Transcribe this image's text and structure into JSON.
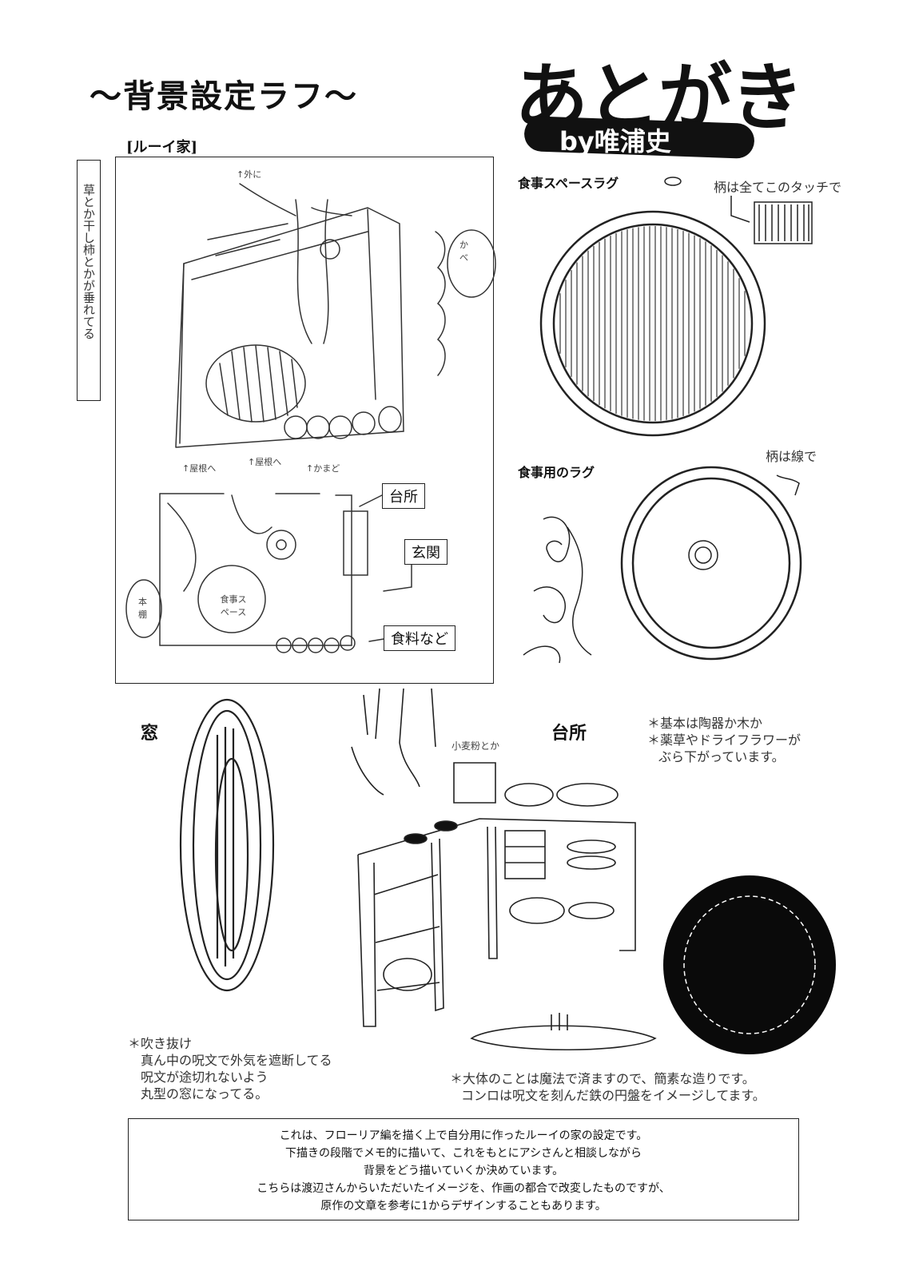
{
  "header": {
    "title": "〜背景設定ラフ〜",
    "afterword": "あとがき",
    "byline": "by唯浦史"
  },
  "house": {
    "label": "[ルーイ家]",
    "side_note": "草とか干し柿とかが垂れてる",
    "sketch_notes": {
      "top_tree": "↑外に",
      "right_bubble": "かべ",
      "stairs": "↑屋根へ",
      "loft": "↑屋根へ",
      "door_top": "↑かまど",
      "left_note": "本棚",
      "table": "食事スペース"
    },
    "callouts": {
      "kitchen": "台所",
      "entrance": "玄関",
      "food": "食料など"
    }
  },
  "rugs": {
    "space_label": "食事スペースラグ",
    "pattern_note": "柄は全てこのタッチで",
    "meal_label": "食事用のラグ",
    "line_note": "柄は線で"
  },
  "window": {
    "label": "窓",
    "notes": [
      "＊吹き抜け",
      "真ん中の呪文で外気を遮断してる",
      "呪文が途切れないよう",
      "丸型の窓になってる。"
    ]
  },
  "kitchen": {
    "label": "台所",
    "notes": [
      "＊基本は陶器か木か",
      "＊薬草やドライフラワーが",
      "ぶら下がっています。"
    ],
    "flour_note": "小麦粉とか",
    "bottom_notes": [
      "＊大体のことは魔法で済ますので、簡素な造りです。",
      "コンロは呪文を刻んだ鉄の円盤をイメージしてます。"
    ]
  },
  "footer": {
    "lines": [
      "これは、フローリア編を描く上で自分用に作ったルーイの家の設定です。",
      "下描きの段階でメモ的に描いて、これをもとにアシさんと相談しながら",
      "背景をどう描いていくか決めています。",
      "こちらは渡辺さんからいただいたイメージを、作画の都合で改変したものですが、",
      "原作の文章を参考に1からデザインすることもあります。"
    ]
  }
}
